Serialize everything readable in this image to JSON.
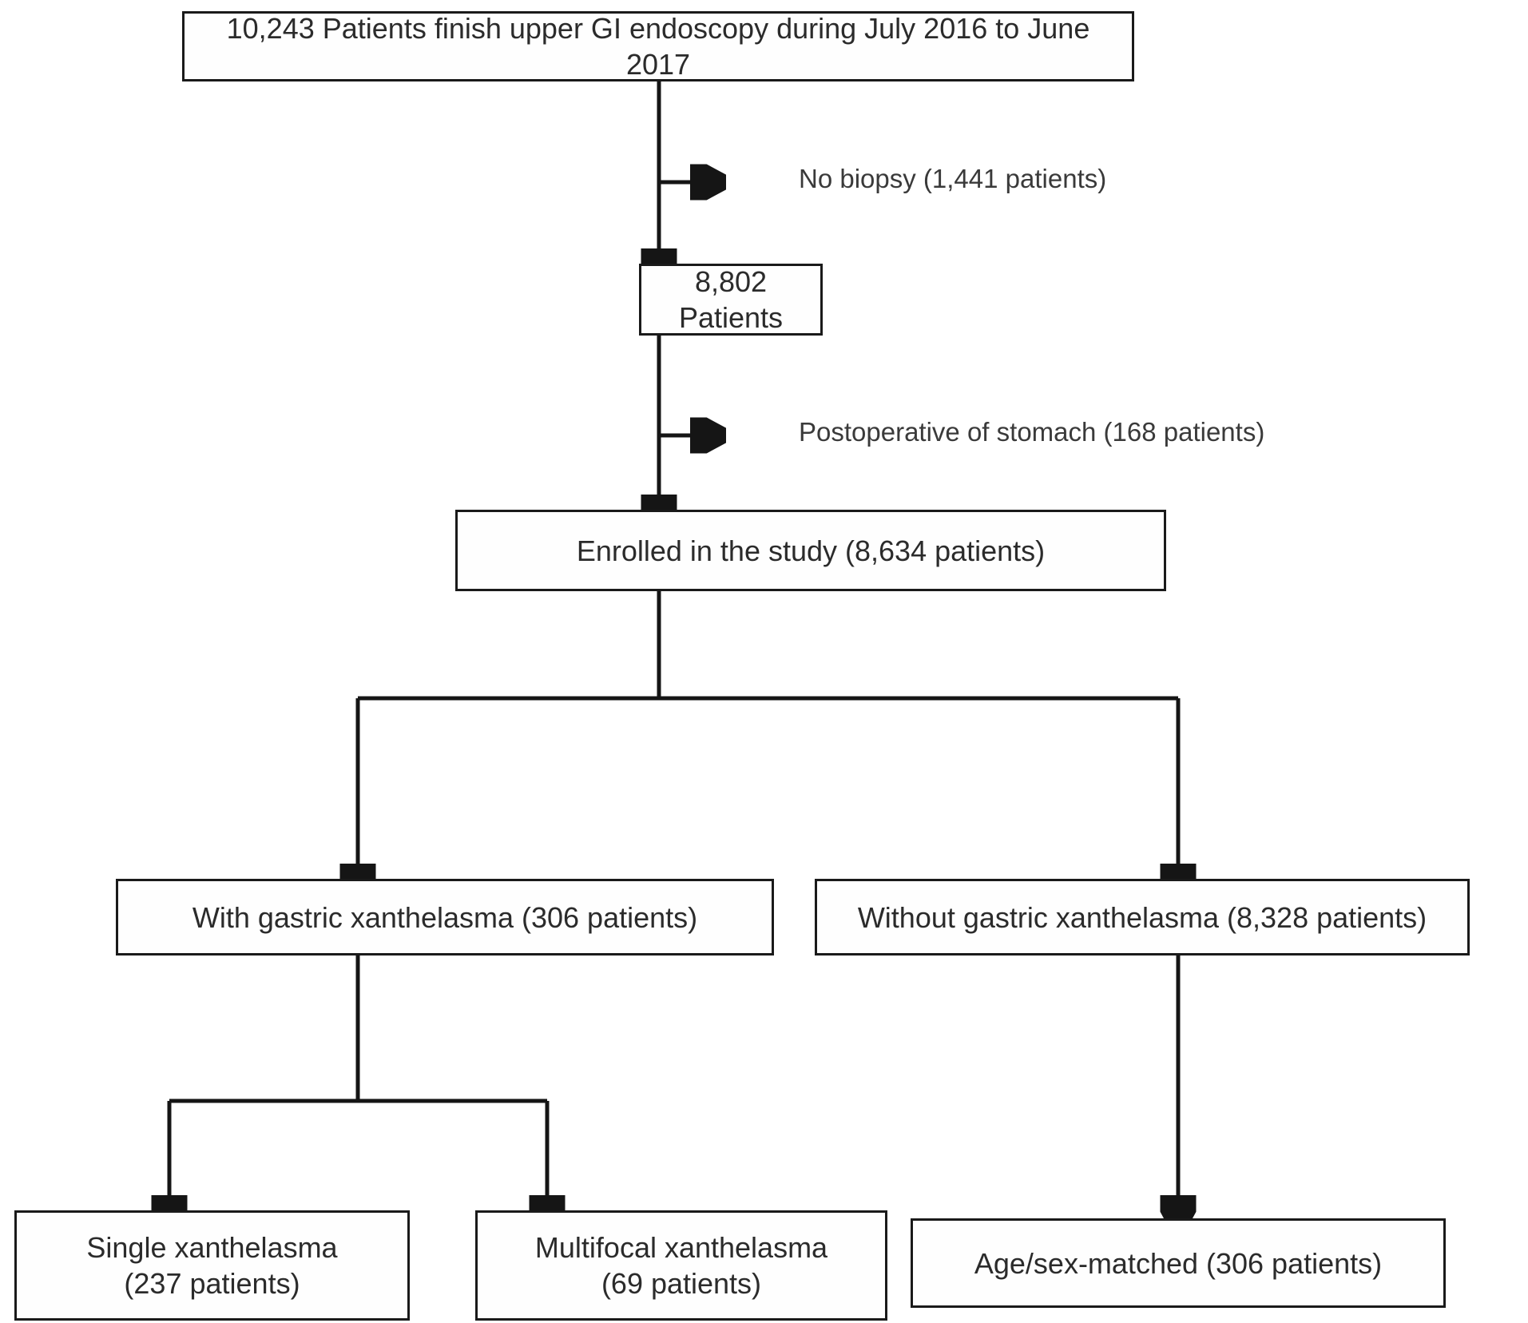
{
  "figure": {
    "type": "flowchart",
    "title": "Patient enrollment flow diagram",
    "nodes": [
      {
        "id": "n1",
        "label": "10,243 Patients finish upper GI endoscopy during July 2016 to June 2017"
      },
      {
        "id": "n2",
        "label": "8,802 Patients"
      },
      {
        "id": "n3",
        "label": "Enrolled in the study (8,634 patients)"
      },
      {
        "id": "n4",
        "label": "With gastric xanthelasma (306 patients)"
      },
      {
        "id": "n5",
        "label": "Without gastric xanthelasma (8,328 patients)"
      },
      {
        "id": "n6_line1",
        "label": "Single xanthelasma"
      },
      {
        "id": "n6_line2",
        "label": "(237 patients)"
      },
      {
        "id": "n7_line1",
        "label": "Multifocal xanthelasma"
      },
      {
        "id": "n7_line2",
        "label": "(69 patients)"
      },
      {
        "id": "n8",
        "label": "Age/sex-matched (306 patients)"
      }
    ],
    "exclusions": [
      {
        "id": "e1",
        "label": "No biopsy (1,441 patients)"
      },
      {
        "id": "e2",
        "label": "Postoperative of stomach (168 patients)"
      }
    ],
    "colors": {
      "background": "#ffffff",
      "box_border": "#1a1a1a",
      "box_fill": "#fefefe",
      "text": "#2b2b2b",
      "connector": "#151515"
    }
  }
}
